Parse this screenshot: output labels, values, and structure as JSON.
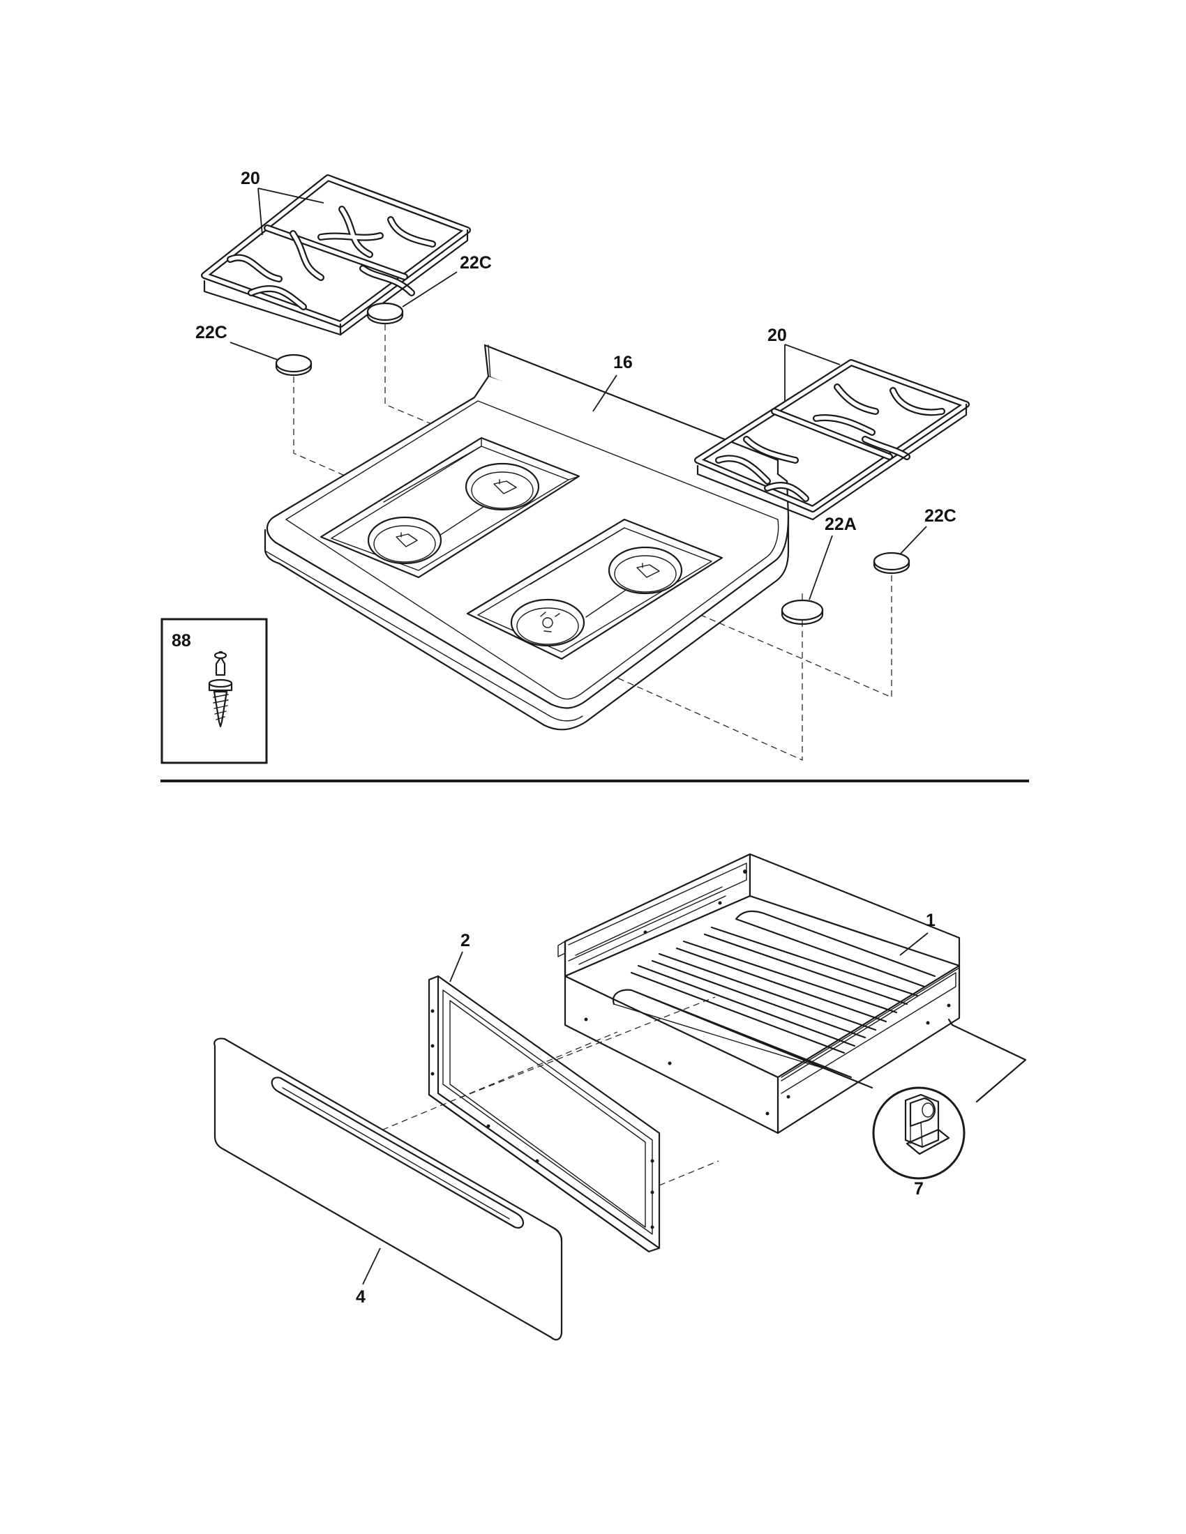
{
  "callouts": {
    "grate_left": "20",
    "grate_right": "20",
    "foot_left_upper": "22C",
    "foot_left_lower": "22C",
    "foot_right_front": "22A",
    "foot_right_back": "22C",
    "cooktop": "16",
    "screw": "88",
    "drawer_body": "1",
    "drawer_frame": "2",
    "drawer_panel": "4",
    "drawer_clip": "7"
  }
}
